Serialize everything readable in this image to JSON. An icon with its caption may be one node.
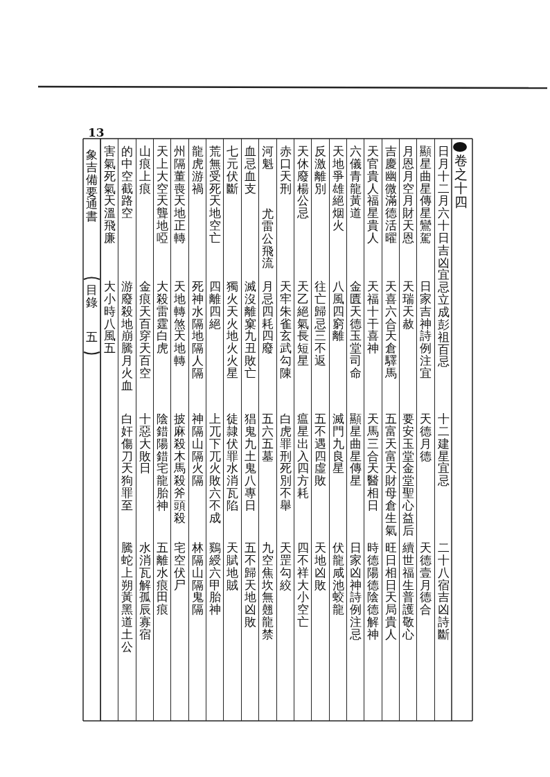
{
  "diagram": {
    "title": "卷之十四",
    "nodes": [
      {
        "text": [
          "日月十二月六十日吉凶宜忌立成彭祖百忌",
          "十二建星宜忌",
          "二十八宿吉凶詩斷"
        ]
      },
      {
        "text": [
          "顯星曲星傳星鸞駕",
          "日家吉神詩例注宜",
          "天德月德",
          "天德壹月德合"
        ]
      },
      {
        "text": [
          "月恩月空月財天恩",
          "天瑞天赦",
          "要安玉堂金堂聖心益后",
          "續世福生普護敬心"
        ]
      },
      {
        "text": [
          "吉慶幽微滿德活曜",
          "天喜六合天倉驛馬",
          "五富天富天財母倉生氣",
          "旺日相日天局貴人"
        ]
      },
      {
        "text": [
          "天官貴人福星貴人",
          "天福十干喜神",
          "天馬三合天醫相日",
          "時德陽德陰德解神"
        ]
      },
      {
        "text": [
          "六儀青龍黃道",
          "金匱天德玉堂司命",
          "顯星曲星傳星",
          "日家凶神詩例注忌"
        ]
      },
      {
        "text": [
          "天地爭雄絕烟火",
          "八風四窮離",
          "滅門九良星",
          "伏龍咸池蛟龍"
        ]
      },
      {
        "text": [
          "反激離別",
          "往亡歸忌三不返",
          "五不遇四虛敗",
          "天地凶敗"
        ]
      },
      {
        "text": [
          "天休廢楊公忌",
          "天乙絕氣長短星",
          "瘟星出入四方耗",
          "四不祥大小空亡"
        ]
      },
      {
        "text": [
          "赤口天刑",
          "天牢朱雀玄武勾陳",
          "白虎罪刑死別不舉",
          "天罡勾絞"
        ]
      },
      {
        "text": [
          "河魁",
          "尤雷公飛流",
          "月忌四耗四廢",
          "五六五墓",
          "九空焦坎無翹龍禁"
        ]
      },
      {
        "text": [
          "血忌血支",
          "滅沒離窠九丑敗亡",
          "猖鬼九土鬼八專日",
          "五不歸天地凶敗"
        ]
      },
      {
        "text": [
          "七元伏斷",
          "獨火天火地火火星",
          "徒隷伏罪水消瓦陷",
          "天賦地賊"
        ]
      },
      {
        "text": [
          "荒無受死天地空亡",
          "四離四絕",
          "上兀下兀火敗六不成",
          "鷄綬六甲胎神"
        ]
      },
      {
        "text": [
          "龍虎游禍",
          "死神水隔地隔人隔",
          "神隔山隔火隔",
          "林隔山隔鬼隔"
        ]
      },
      {
        "text": [
          "州隔董喪天地正轉",
          "天地轉煞天地轉",
          "披麻殺木馬殺斧頭殺",
          "宅空伏尸"
        ]
      },
      {
        "text": [
          "天上大空天聾地啞",
          "大殺雷霆白虎",
          "陰錯陽錯宅龍胎神",
          "五離水痕田痕"
        ]
      },
      {
        "text": [
          "山痕上痕",
          "金痕天百穿天百空",
          "十惡大敗日",
          "水消瓦解孤辰寡宿"
        ]
      },
      {
        "text": [
          "的中空截路空",
          "游廢殺地崩騰月火血",
          "白奸傷刀天狗罪至",
          "騰蛇上朔黃黑道土公"
        ]
      },
      {
        "text": [
          "害氣死氣天溫飛廉",
          "大小時八風五"
        ]
      }
    ],
    "labels": [
      "13",
      "象吉備要通書",
      "目錄",
      "五"
    ]
  }
}
